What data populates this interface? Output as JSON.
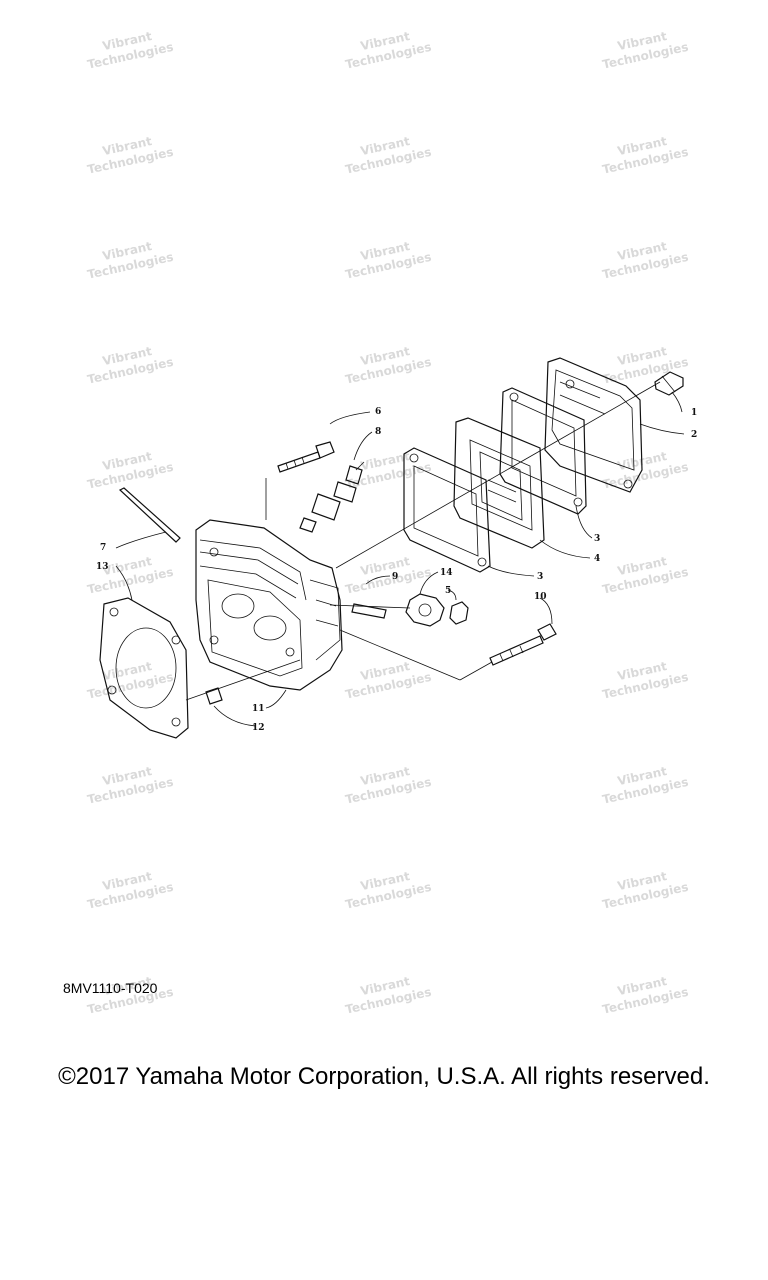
{
  "watermark": {
    "line1": "Vibrant",
    "line2": "Technologies"
  },
  "callouts": {
    "c1": "1",
    "c2": "2",
    "c3a": "3",
    "c4": "4",
    "c3b": "3",
    "c5": "5",
    "c6": "6",
    "c7": "7",
    "c8": "8",
    "c9": "9",
    "c10": "10",
    "c11": "11",
    "c12": "12",
    "c13": "13",
    "c14": "14"
  },
  "diagram_code": "8MV1110-T020",
  "copyright": "©2017 Yamaha Motor Corporation, U.S.A. All rights reserved."
}
